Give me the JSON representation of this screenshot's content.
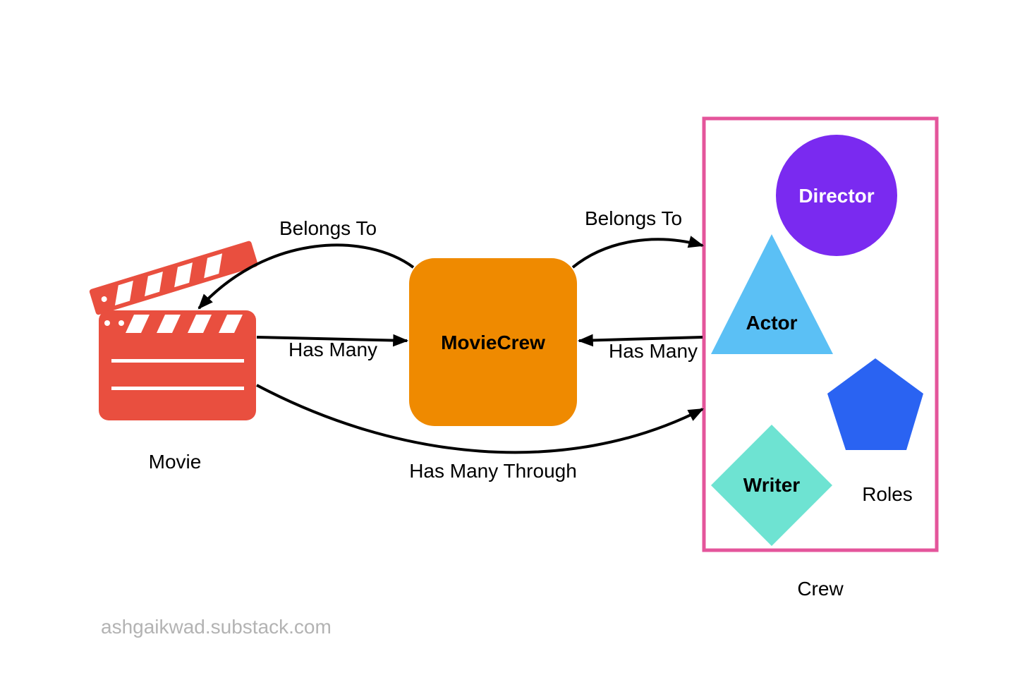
{
  "colors": {
    "movie_icon": "#e94f3f",
    "moviecrew_box": "#ef8a00",
    "crew_border": "#e4559b",
    "director": "#7a2af0",
    "actor": "#5bc0f5",
    "roles_pentagon": "#2a63f2",
    "writer": "#6ee3d2",
    "footer_text": "#b3b3b3"
  },
  "nodes": {
    "movie": {
      "label": "Movie",
      "icon": "clapperboard-icon"
    },
    "moviecrew": {
      "label": "MovieCrew"
    },
    "crew": {
      "label": "Crew",
      "roles_label": "Roles",
      "director": "Director",
      "actor": "Actor",
      "writer": "Writer"
    }
  },
  "edges": {
    "moviecrew_to_movie": "Belongs To",
    "movie_to_moviecrew": "Has Many",
    "moviecrew_to_crew": "Belongs To",
    "crew_to_moviecrew": "Has Many",
    "movie_to_crew": "Has Many Through"
  },
  "footer": {
    "credit": "ashgaikwad.substack.com"
  }
}
